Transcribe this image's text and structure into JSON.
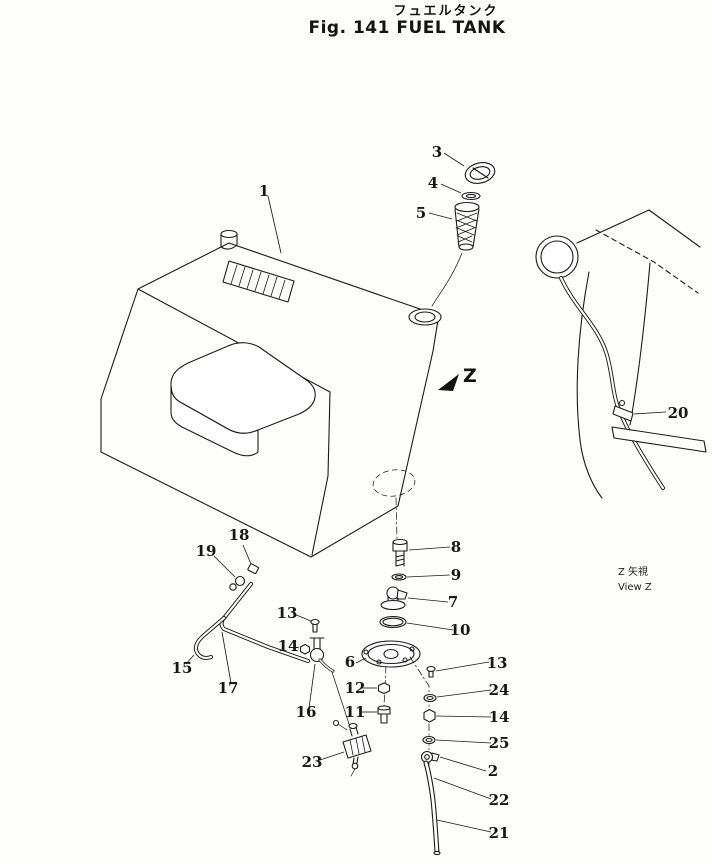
{
  "header": {
    "title_jp": "フュエルタンク",
    "title_en": "Fig. 141 FUEL TANK"
  },
  "z_arrow": {
    "label": "Z"
  },
  "view_z": {
    "line1": "Z 矢視",
    "line2": "View Z"
  },
  "callouts": [
    {
      "n": "1"
    },
    {
      "n": "3"
    },
    {
      "n": "4"
    },
    {
      "n": "5"
    },
    {
      "n": "20"
    },
    {
      "n": "8"
    },
    {
      "n": "9"
    },
    {
      "n": "7"
    },
    {
      "n": "10"
    },
    {
      "n": "18"
    },
    {
      "n": "19"
    },
    {
      "n": "13"
    },
    {
      "n": "14"
    },
    {
      "n": "6"
    },
    {
      "n": "15"
    },
    {
      "n": "17"
    },
    {
      "n": "12"
    },
    {
      "n": "16"
    },
    {
      "n": "11"
    },
    {
      "n": "13"
    },
    {
      "n": "24"
    },
    {
      "n": "14"
    },
    {
      "n": "25"
    },
    {
      "n": "2"
    },
    {
      "n": "22"
    },
    {
      "n": "23"
    },
    {
      "n": "21"
    }
  ]
}
